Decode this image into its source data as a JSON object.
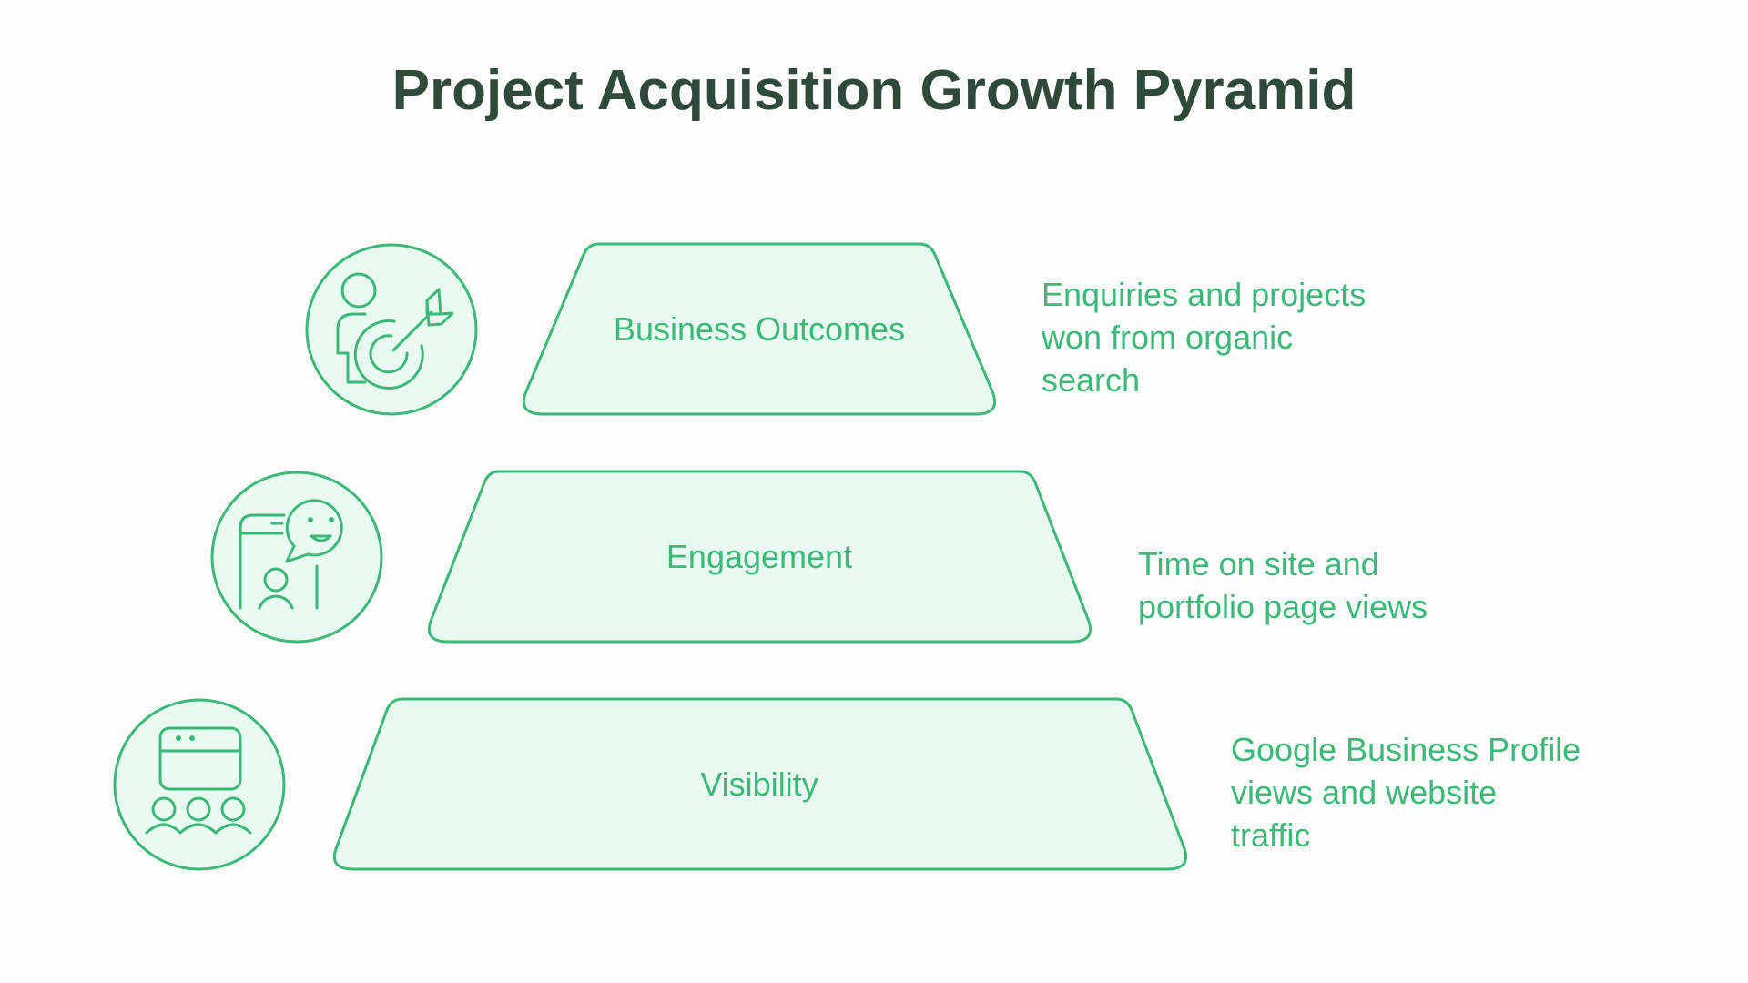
{
  "title": "Project Acquisition Growth Pyramid",
  "colors": {
    "background": "#fbfcfb",
    "title": "#2f4a3a",
    "accent": "#3cb878",
    "fill": "#e8faf1"
  },
  "tiers": [
    {
      "label": "Business Outcomes",
      "icon": "person-target-icon",
      "description_lines": [
        "Enquiries and projects",
        "won from organic",
        "search"
      ]
    },
    {
      "label": "Engagement",
      "icon": "phone-chat-smile-icon",
      "description_lines": [
        "Time on site and",
        "portfolio page views"
      ]
    },
    {
      "label": "Visibility",
      "icon": "browser-audience-icon",
      "description_lines": [
        "Google Business Profile",
        "views and website",
        "traffic"
      ]
    }
  ]
}
